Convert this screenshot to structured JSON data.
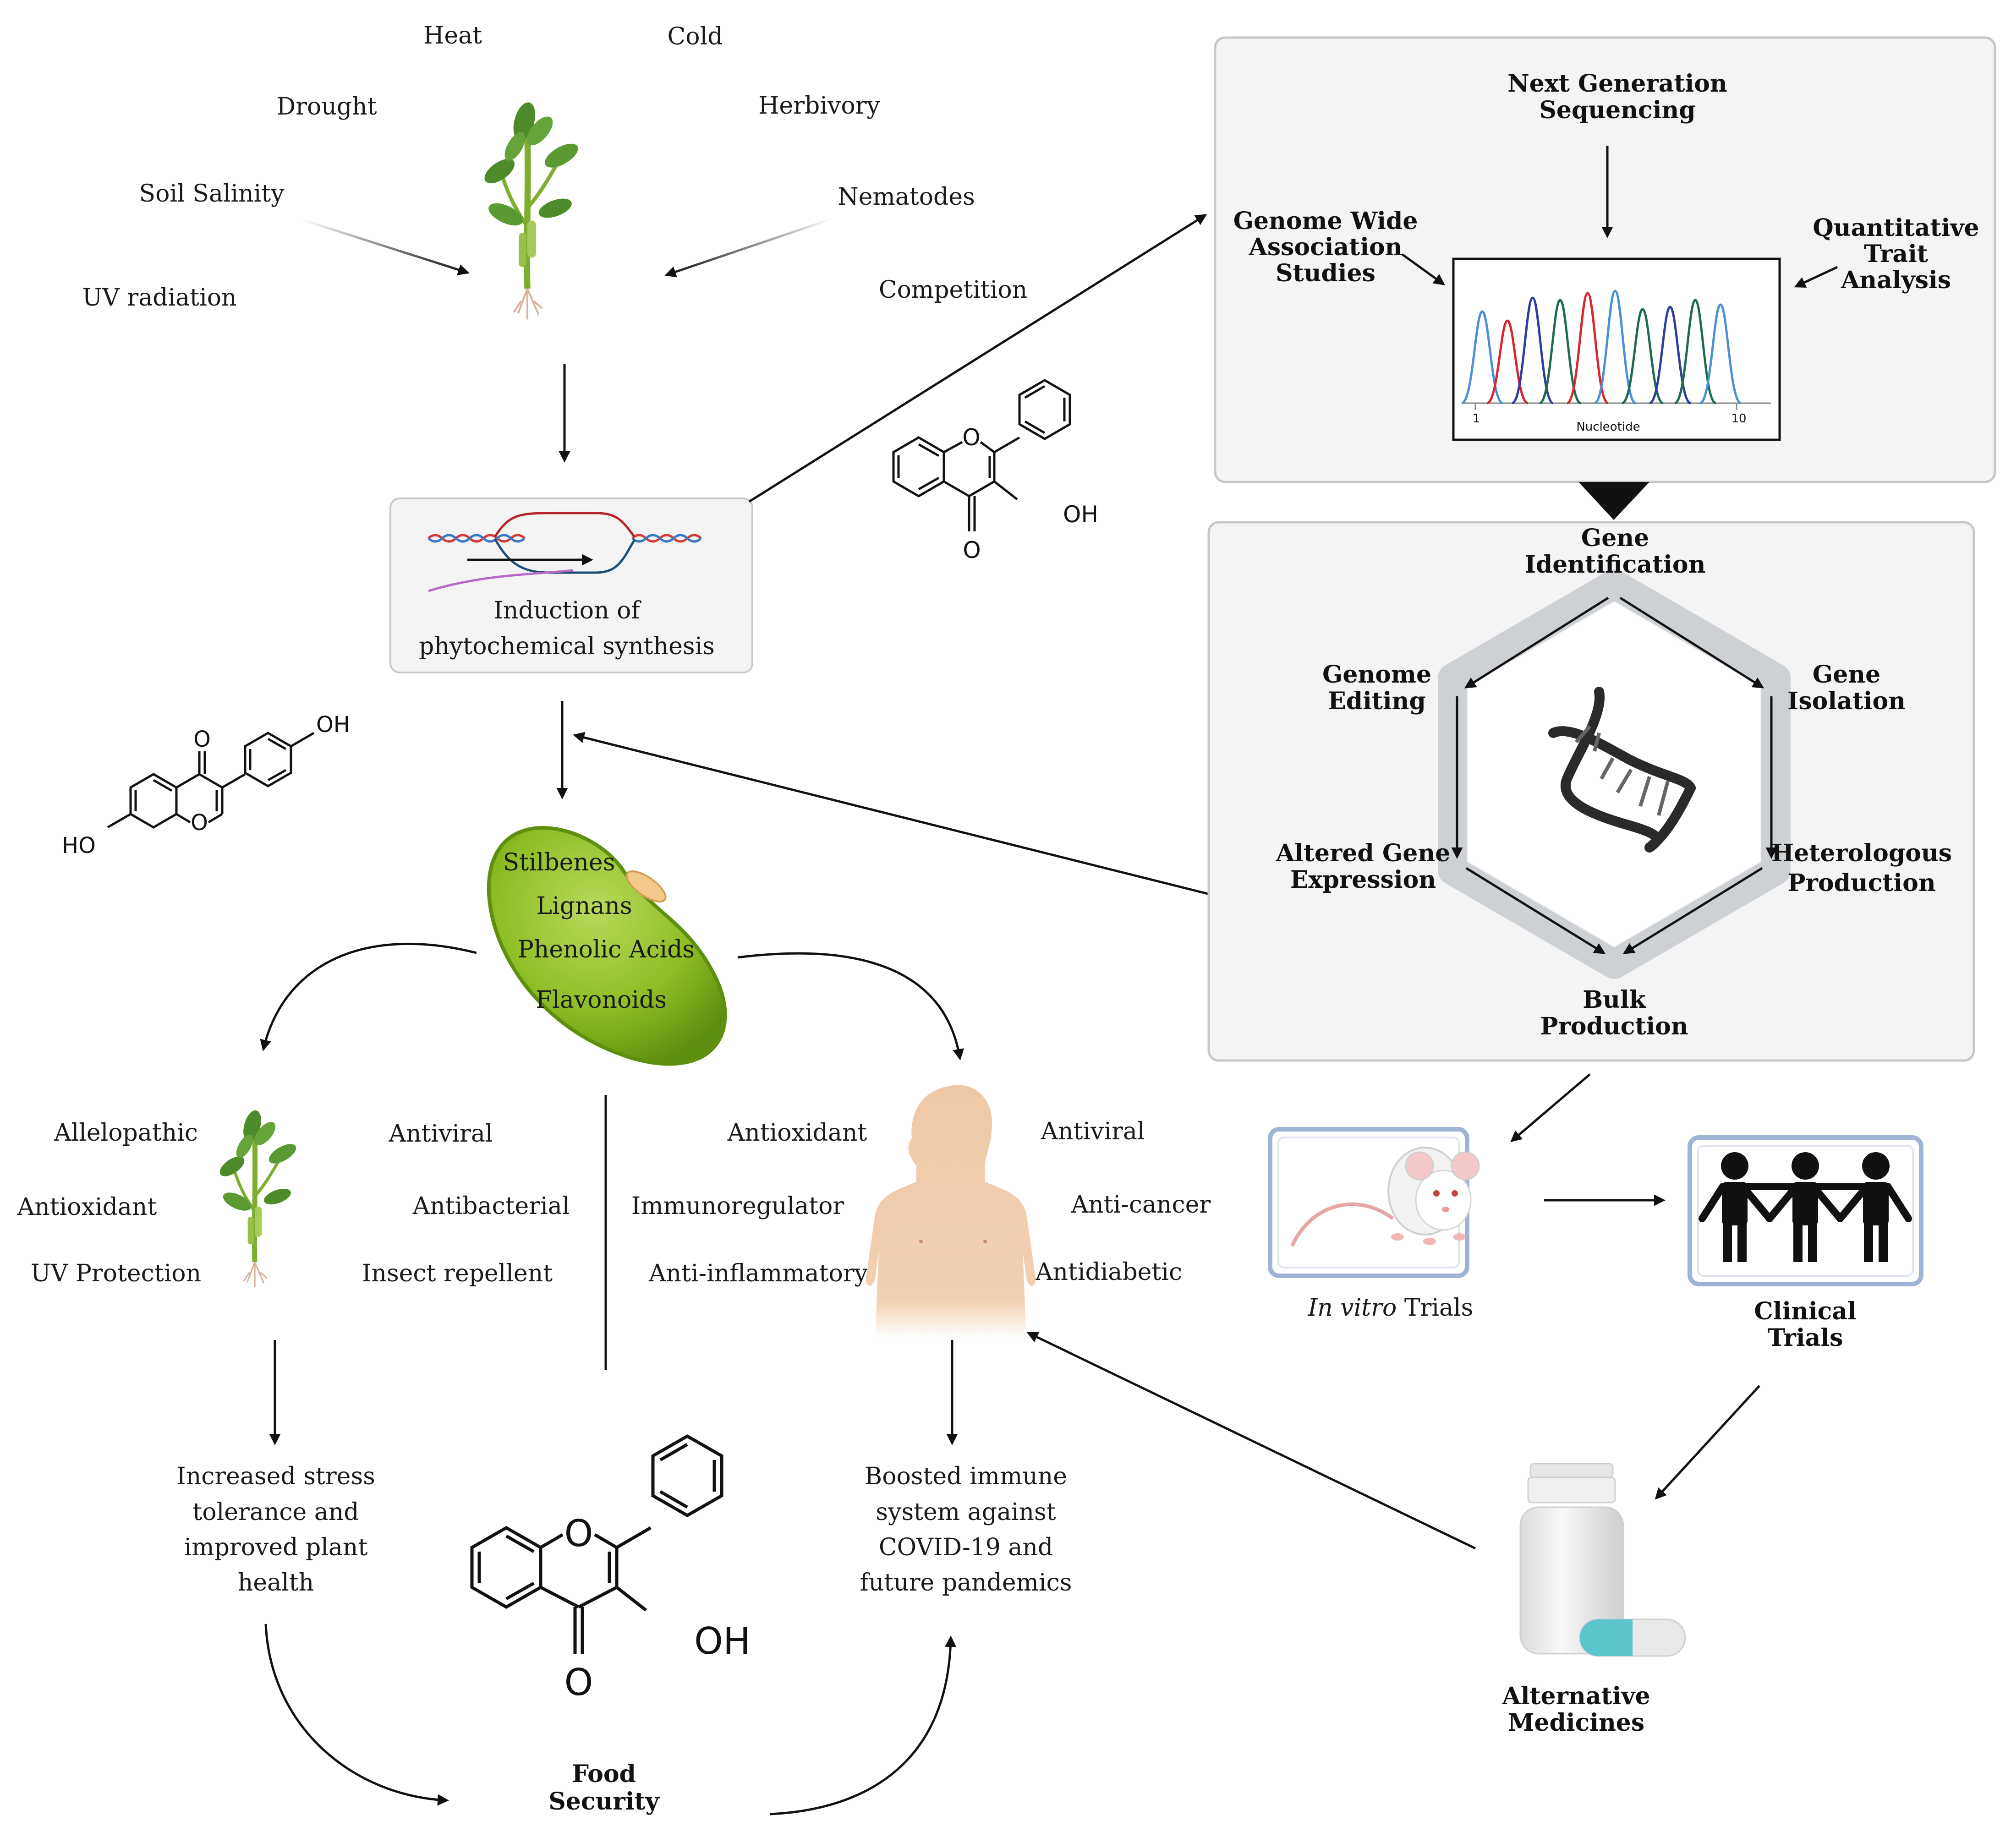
{
  "stressors": {
    "heat": "Heat",
    "cold": "Cold",
    "drought": "Drought",
    "herbivory": "Herbivory",
    "soil_salinity": "Soil Salinity",
    "nematodes": "Nematodes",
    "uv_radiation": "UV radiation",
    "competition": "Competition"
  },
  "induction": {
    "line1": "Induction of",
    "line2": "phytochemical synthesis"
  },
  "seed": {
    "stilbenes": "Stilbenes",
    "lignans": "Lignans",
    "phenolic_acids": "Phenolic Acids",
    "flavonoids": "Flavonoids"
  },
  "plant_benefits": {
    "allelopathic": "Allelopathic",
    "antiviral": "Antiviral",
    "antioxidant": "Antioxidant",
    "antibacterial": "Antibacterial",
    "uv_protection": "UV Protection",
    "insect_repellent": "Insect repellent"
  },
  "human_benefits": {
    "antioxidant": "Antioxidant",
    "antiviral": "Antiviral",
    "immunoregulator": "Immunoregulator",
    "anti_cancer": "Anti-cancer",
    "anti_inflammatory": "Anti-inflammatory",
    "antidiabetic": "Antidiabetic"
  },
  "outcomes": {
    "plant": [
      "Increased stress",
      "tolerance and",
      "improved plant",
      "health"
    ],
    "human": [
      "Boosted immune",
      "system against",
      "COVID-19 and",
      "future pandemics"
    ],
    "food_security": [
      "Food",
      "Security"
    ]
  },
  "chem": {
    "o": "O",
    "oh": "OH",
    "ho": "HO"
  },
  "genomics": {
    "ngs": [
      "Next Generation",
      "Sequencing"
    ],
    "gwas": [
      "Genome Wide",
      "Association",
      "Studies"
    ],
    "qta": [
      "Quantitative",
      "Trait",
      "Analysis"
    ],
    "chromatogram": {
      "tick_start": "1",
      "tick_end": "10",
      "xlabel": "Nucleotide"
    }
  },
  "gene_cycle": {
    "identification": [
      "Gene",
      "Identification"
    ],
    "editing": [
      "Genome",
      "Editing"
    ],
    "isolation": [
      "Gene",
      "Isolation"
    ],
    "altered": [
      "Altered Gene",
      "Expression"
    ],
    "heterologous": [
      "Heterologous",
      "Production"
    ],
    "bulk": [
      "Bulk",
      "Production"
    ]
  },
  "trials": {
    "in_vitro_italic": "In vitro",
    "in_vitro_rest": " Trials",
    "clinical": [
      "Clinical",
      "Trials"
    ],
    "alt_medicines": [
      "Alternative",
      "Medicines"
    ]
  },
  "colors": {
    "box_fill": "#f4f4f4",
    "box_stroke": "#c7c7c7",
    "seed_dark": "#5f8f0e",
    "seed_light": "#a9cf3f",
    "hexagon": "#cdd1d5",
    "panel_blue": "#9fb3d6",
    "capsule_teal": "#5cc4cc"
  },
  "icons": [
    "plant-icon",
    "dna-transcription-icon",
    "dna-helix-icon",
    "mouse-icon",
    "people-icon",
    "pill-bottle-icon",
    "human-torso-icon"
  ]
}
